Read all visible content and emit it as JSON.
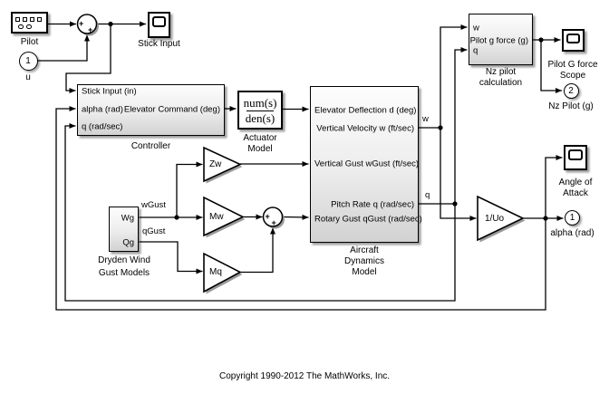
{
  "diagram": {
    "copyright": "Copyright 1990-2012 The MathWorks, Inc.",
    "signals": {
      "w": "w",
      "q": "q",
      "wGust": "wGust",
      "qGust": "qGust"
    },
    "pilot": {
      "name": "Pilot"
    },
    "sum1": {
      "plus_left": "+",
      "plus_bottom": "+"
    },
    "stickScope": {
      "name": "Stick Input"
    },
    "inportU": {
      "num": "1",
      "name": "u"
    },
    "controller": {
      "name": "Controller",
      "in1": "Stick Input (in)",
      "in2": "alpha (rad)",
      "in3": "q (rad/sec)",
      "out1": "Elevator Command (deg)"
    },
    "actuator": {
      "name1": "Actuator",
      "name2": "Model",
      "num": "num(s)",
      "den": "den(s)"
    },
    "aircraft": {
      "name1": "Aircraft",
      "name2": "Dynamics",
      "name3": "Model",
      "in1": "Elevator Deflection d (deg)",
      "in2": "Vertical Gust wGust (ft/sec)",
      "in3": "Rotary Gust qGust (rad/sec)",
      "out1": "Vertical Velocity w (ft/sec)",
      "out2": "Pitch Rate q (rad/sec)"
    },
    "nz": {
      "name1": "Nz pilot",
      "name2": "calculation",
      "in1": "w",
      "in2": "q",
      "out1": "Pilot g force (g)"
    },
    "pilotGScope": {
      "name1": "Pilot G force",
      "name2": "Scope"
    },
    "outportNz": {
      "num": "2",
      "name": "Nz Pilot (g)"
    },
    "aoaScope": {
      "name1": "Angle of",
      "name2": "Attack"
    },
    "gainUo": {
      "value": "1/Uo"
    },
    "outportAlpha": {
      "num": "1",
      "name": "alpha (rad)"
    },
    "dryden": {
      "name1": "Dryden Wind",
      "name2": "Gust Models",
      "out1": "Wg",
      "out2": "Qg"
    },
    "gainZw": {
      "value": "Zw"
    },
    "gainMw": {
      "value": "Mw"
    },
    "gainMq": {
      "value": "Mq"
    },
    "sum2": {
      "plus_left": "+",
      "plus_bottom": "+"
    },
    "colors": {
      "wire": "#000000",
      "background": "#ffffff",
      "block_gradient_top": "#fdfdfd",
      "block_gradient_bottom": "#d2d2d2"
    }
  }
}
